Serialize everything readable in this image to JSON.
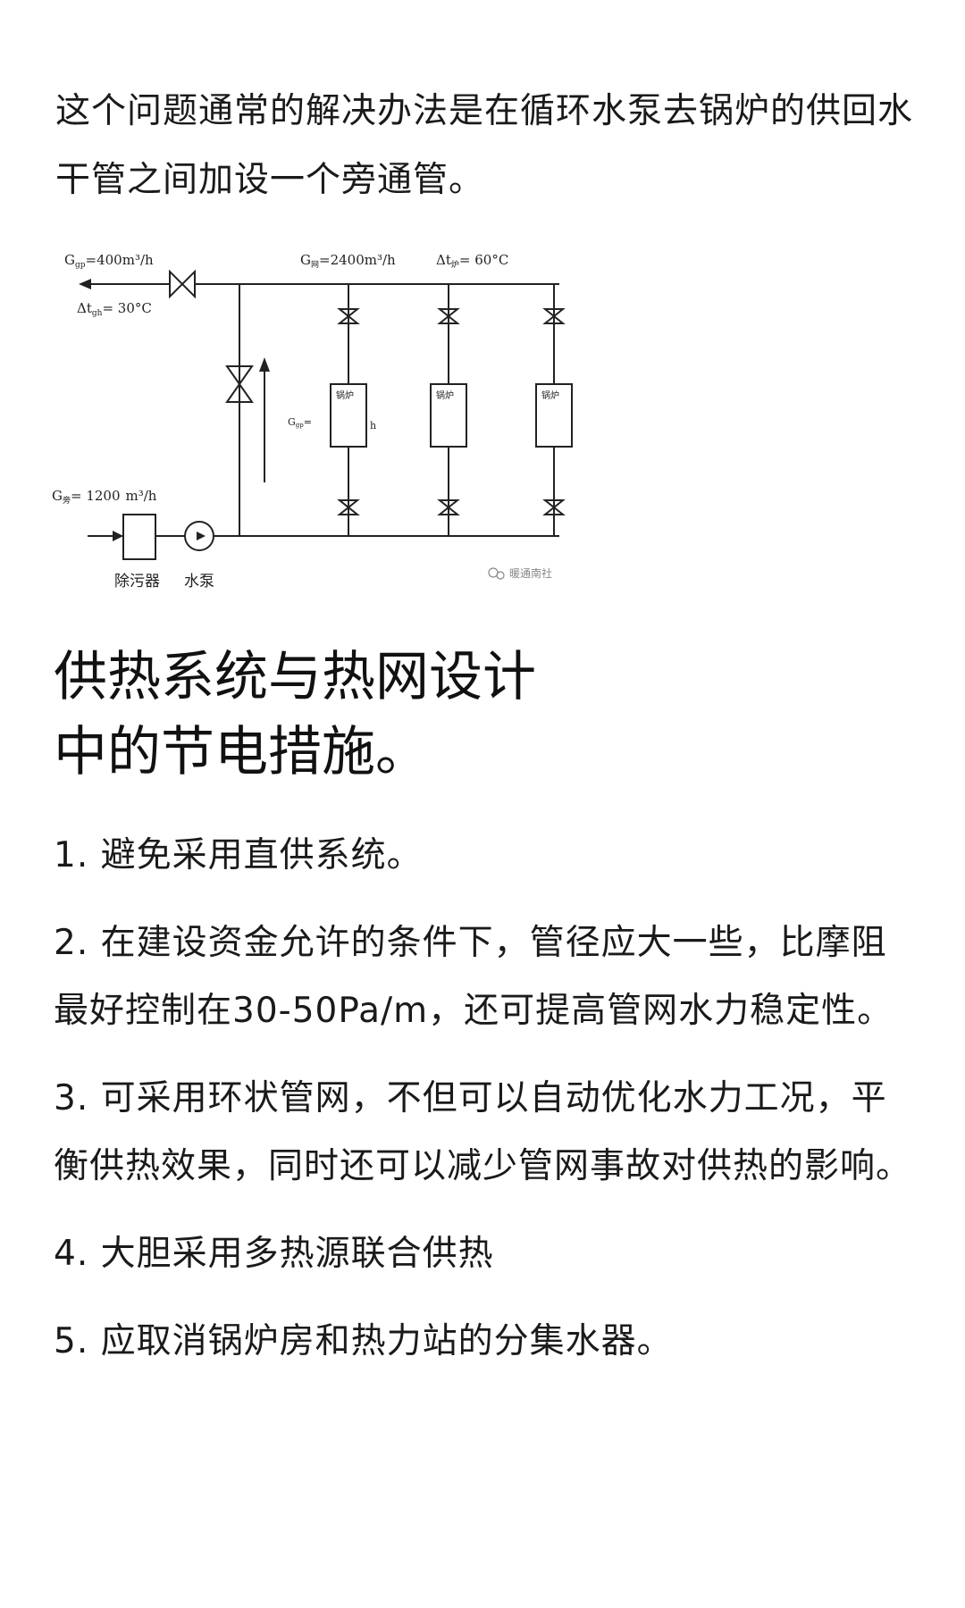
{
  "intro": "这个问题通常的解决办法是在循环水泵去锅炉的供回水干管之间加设一个旁通管。",
  "diagram": {
    "label_gp": "G",
    "label_gp_sub": "gp",
    "label_gp_val": "=400",
    "label_gp_unit": "m³/h",
    "label_dt_gh": "Δt",
    "label_dt_gh_sub": "gh",
    "label_dt_gh_val": "= 30°C",
    "label_gnet": "G",
    "label_gnet_sub": "网",
    "label_gnet_val": "=2400",
    "label_gnet_unit": "m³/h",
    "label_dt_lu": "Δt",
    "label_dt_lu_sub": "炉",
    "label_dt_lu_val": "= 60°C",
    "label_gbang": "G",
    "label_gbang_sub": "旁",
    "label_gbang_val": "= 1200",
    "label_gbang_unit": "m³/h",
    "label_ggp": "G",
    "label_ggp_sub": "gp",
    "label_ggp_val": "=",
    "label_ggp_unit": "h",
    "boiler_1": "锅炉",
    "boiler_2": "锅炉",
    "boiler_3": "锅炉",
    "decontaminator": "除污器",
    "pump": "水泵",
    "watermark": "暖通南社"
  },
  "heading": {
    "line1": "供热系统与热网设计",
    "line2": "中的节电措施。"
  },
  "items": [
    "1. 避免采用直供系统。",
    "2. 在建设资金允许的条件下，管径应大一些，比摩阻最好控制在30-50Pa/m，还可提高管网水力稳定性。",
    "3. 可采用环状管网，不但可以自动优化水力工况，平衡供热效果，同时还可以减少管网事故对供热的影响。",
    "4. 大胆采用多热源联合供热",
    "5. 应取消锅炉房和热力站的分集水器。"
  ]
}
